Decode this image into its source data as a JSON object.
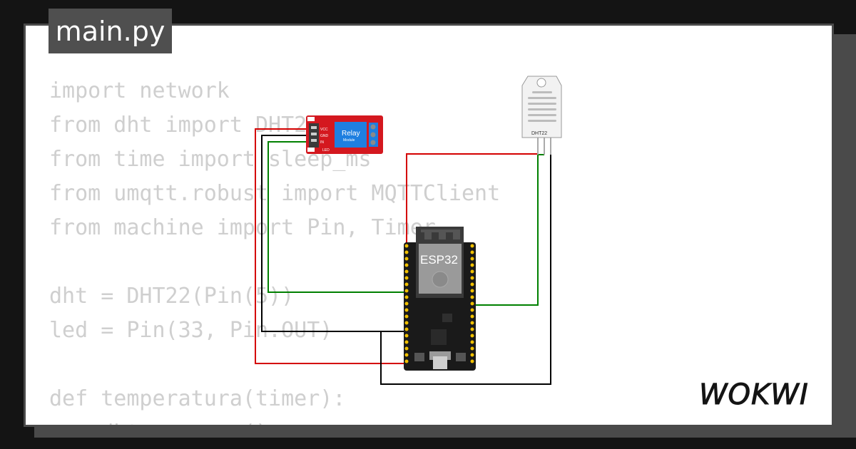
{
  "editor": {
    "file_tab": "main.py",
    "code_lines": [
      "import network",
      "from dht import DHT22",
      "from time import sleep_ms",
      "from umqtt.robust import MQTTClient",
      "from machine import Pin, Timer",
      "",
      "dht = DHT22(Pin(5))",
      "led = Pin(33, Pin.OUT)",
      "",
      "def temperatura(timer):",
      "    dht.measure()"
    ]
  },
  "components": {
    "relay": {
      "label": "Relay",
      "sublabel": "Module",
      "pins": [
        "VCC",
        "GND",
        "IN"
      ],
      "led_label": "LED"
    },
    "mcu": {
      "label": "ESP32"
    },
    "sensor": {
      "label": "DHT22"
    }
  },
  "brand": {
    "logo": "WOKWI"
  },
  "colors": {
    "wire_power": "#d40000",
    "wire_ground": "#000000",
    "wire_signal": "#008000",
    "relay_board": "#d4181f",
    "mcu_board": "#1a1a1a"
  }
}
